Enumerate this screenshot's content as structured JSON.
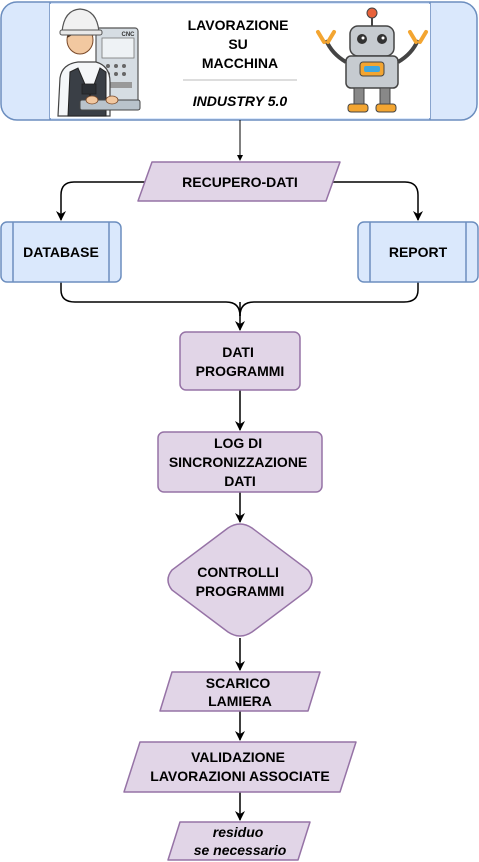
{
  "header": {
    "title_lines": [
      "LAVORAZIONE",
      "SU",
      "MACCHINA"
    ],
    "subtitle": "INDUSTRY 5.0",
    "cnc_panel_label": "CNC"
  },
  "nodes": {
    "recupero": "RECUPERO-DATI",
    "database": "DATABASE",
    "report": "REPORT",
    "dati_programmi": [
      "DATI",
      "PROGRAMMI"
    ],
    "log_sync": [
      "LOG DI",
      "SINCRONIZZAZIONE",
      "DATI"
    ],
    "controlli": [
      "CONTROLLI",
      "PROGRAMMI"
    ],
    "scarico": [
      "SCARICO",
      "LAMIERA"
    ],
    "validazione": [
      "VALIDAZIONE",
      "LAVORAZIONI ASSOCIATE"
    ],
    "residuo": [
      "residuo",
      "se necessario"
    ]
  },
  "colors": {
    "header_fill": "#dae8fc",
    "header_stroke": "#6c8ebf",
    "node_fill": "#e1d5e7",
    "node_stroke": "#9673a6",
    "edge": "#000000"
  }
}
